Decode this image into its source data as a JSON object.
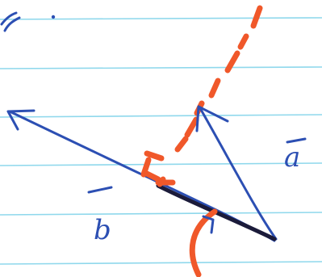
{
  "photo": {
    "subject": "handwritten-vector-sketch-on-lined-paper",
    "labels": {
      "vector_a": "a",
      "vector_b": "b"
    },
    "colors": {
      "paper": "#ffffff",
      "rule_line": "#8fd8ec",
      "blue_ink": "#2c4fb3",
      "orange_ink": "#f0582a",
      "dark_ink": "#1b1b3a"
    }
  }
}
